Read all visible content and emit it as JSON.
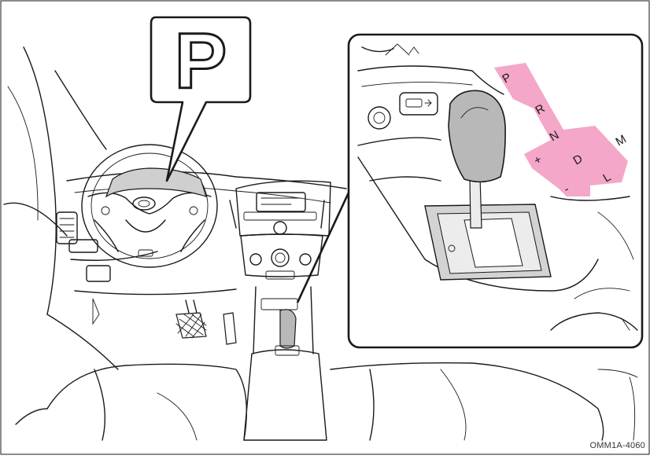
{
  "figure": {
    "reference_code": "OMM1A-4060",
    "gear_indicator": "P",
    "gate_labels": {
      "p": "P",
      "r": "R",
      "n": "N",
      "d": "D",
      "m": "M",
      "l": "L",
      "plus": "+",
      "minus": "-"
    },
    "colors": {
      "gate_highlight": "#f4a7c8",
      "indicator_bg": "#ffffff",
      "line": "#1a1a1a",
      "shifter_knob": "#b8b8b8",
      "dash_panel": "#cfcfcf"
    }
  }
}
